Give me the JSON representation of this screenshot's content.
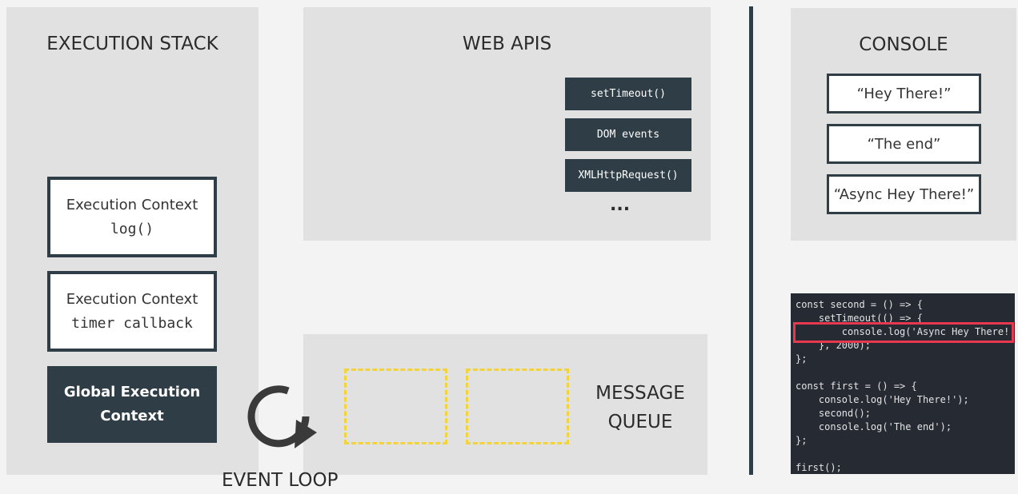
{
  "execution_stack": {
    "title": "EXECUTION STACK",
    "contexts": [
      {
        "line1": "Execution Context",
        "line2": "log()"
      },
      {
        "line1": "Execution Context",
        "line2": "timer callback"
      }
    ],
    "global": {
      "line1": "Global Execution",
      "line2": "Context"
    }
  },
  "web_apis": {
    "title": "WEB APIS",
    "items": [
      "setTimeout()",
      "DOM events",
      "XMLHttpRequest()"
    ],
    "more": "..."
  },
  "message_queue": {
    "line1": "MESSAGE",
    "line2": "QUEUE"
  },
  "event_loop": {
    "label": "EVENT LOOP"
  },
  "console": {
    "title": "CONSOLE",
    "outputs": [
      "“Hey There!”",
      "“The end”",
      "“Async Hey There!”"
    ]
  },
  "code": {
    "lines": [
      "const second = () => {",
      "    setTimeout(() => {",
      "        console.log('Async Hey There!');",
      "    }, 2000);",
      "};",
      "",
      "const first = () => {",
      "    console.log('Hey There!');",
      "    second();",
      "    console.log('The end');",
      "};",
      "",
      "first();"
    ]
  },
  "colors": {
    "dark": "#2f3e46",
    "panel": "#e1e1e1",
    "slot": "#f2d33a",
    "highlight": "#e8384f"
  }
}
